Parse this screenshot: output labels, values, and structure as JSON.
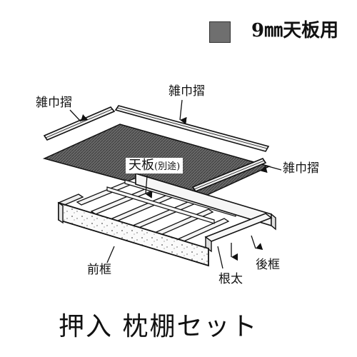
{
  "legend": {
    "swatch_color": "#6f6f6f",
    "text": "9㎜天板用"
  },
  "labels": {
    "zakin_left": "雑巾摺",
    "zakin_top": "雑巾摺",
    "zakin_right": "雑巾摺",
    "tenban": "天板",
    "tenban_note": "(別途)",
    "front_frame": "前框",
    "joist": "根太",
    "rear_frame": "後框"
  },
  "title": "押入 枕棚セット",
  "colors": {
    "board": "#5e5e5e",
    "wood": "#f4f4f4",
    "line": "#111111"
  }
}
